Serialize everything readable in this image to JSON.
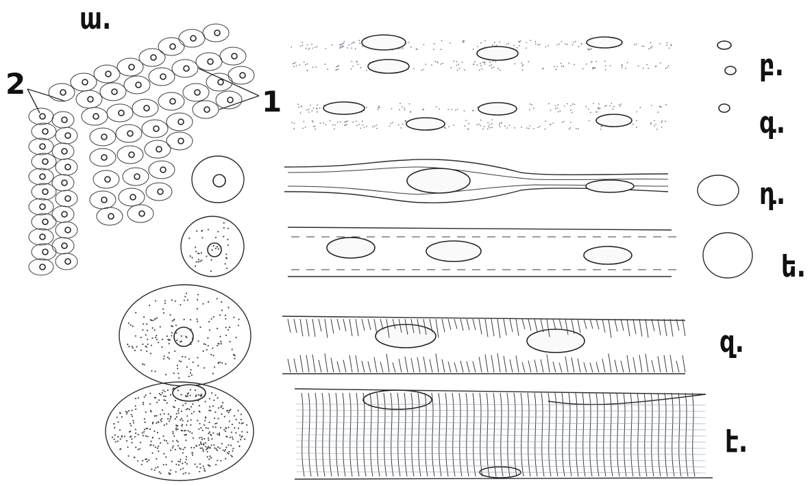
{
  "figure": {
    "panel_labels": {
      "a": "ա.",
      "b": "բ.",
      "g": "գ.",
      "d": "դ.",
      "e": "ե.",
      "z": "զ.",
      "ee": "է."
    },
    "callouts": {
      "left": "2",
      "right": "1"
    },
    "ink_color": "#2a2a2a",
    "background": "#ffffff"
  }
}
